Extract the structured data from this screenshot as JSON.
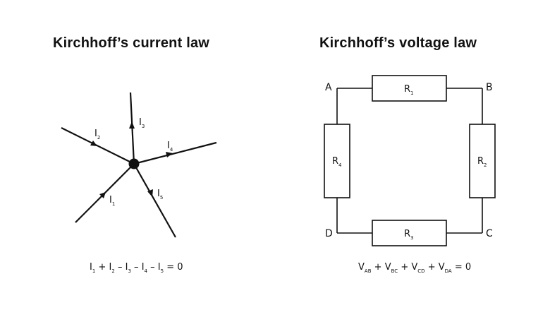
{
  "kcl": {
    "title": "Kirchhoff’s current law",
    "currents": [
      {
        "name": "I",
        "sub": "1"
      },
      {
        "name": "I",
        "sub": "2"
      },
      {
        "name": "I",
        "sub": "3"
      },
      {
        "name": "I",
        "sub": "4"
      },
      {
        "name": "I",
        "sub": "5"
      }
    ],
    "equation": {
      "terms": [
        {
          "name": "I",
          "sub": "1",
          "op": ""
        },
        {
          "name": "I",
          "sub": "2",
          "op": "+"
        },
        {
          "name": "I",
          "sub": "3",
          "op": "–"
        },
        {
          "name": "I",
          "sub": "4",
          "op": "–"
        },
        {
          "name": "I",
          "sub": "5",
          "op": "–"
        }
      ],
      "rhs": "= 0"
    }
  },
  "kvl": {
    "title": "Kirchhoff’s voltage law",
    "nodes": {
      "a": "A",
      "b": "B",
      "c": "C",
      "d": "D"
    },
    "resistors": [
      {
        "name": "R",
        "sub": "1"
      },
      {
        "name": "R",
        "sub": "2"
      },
      {
        "name": "R",
        "sub": "3"
      },
      {
        "name": "R",
        "sub": "4"
      }
    ],
    "equation": {
      "terms": [
        {
          "name": "V",
          "sub": "AB",
          "op": ""
        },
        {
          "name": "V",
          "sub": "BC",
          "op": "+"
        },
        {
          "name": "V",
          "sub": "CD",
          "op": "+"
        },
        {
          "name": "V",
          "sub": "DA",
          "op": "+"
        }
      ],
      "rhs": "= 0"
    }
  },
  "colors": {
    "stroke": "#111111",
    "background": "#ffffff"
  }
}
